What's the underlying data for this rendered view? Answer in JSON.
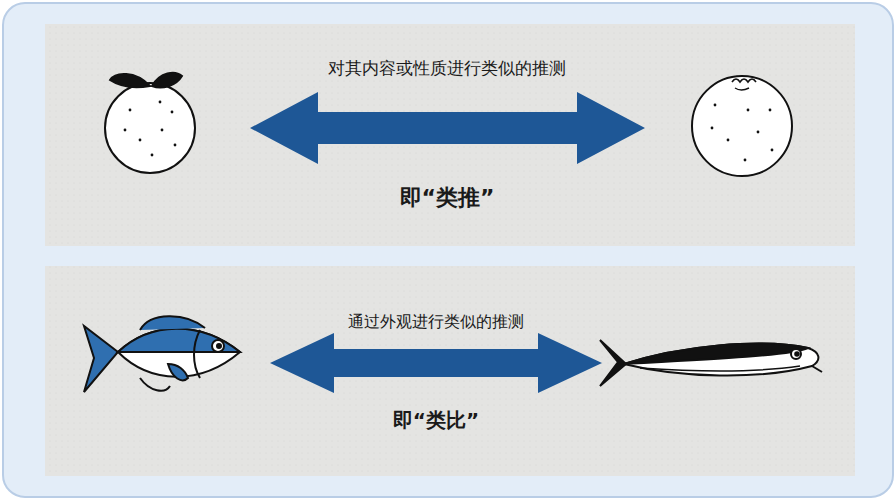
{
  "diagram": {
    "labels": [
      "对其内容或性质进行类似的推测",
      "即“类推”",
      "通过外观进行类似的推测",
      "即“类比”"
    ]
  }
}
